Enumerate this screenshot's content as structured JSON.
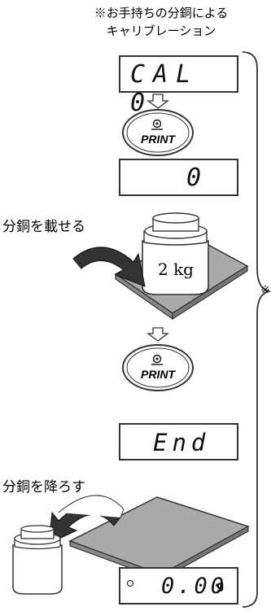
{
  "header": {
    "line1": "※お手持ちの分銅による",
    "line2": "キャリブレーション"
  },
  "steps": {
    "cal_display": "CAL 0",
    "print_key_1": "PRINT",
    "zero_display": "0",
    "load_weight_label": "分銅を載せる",
    "weight_label": "2 kg",
    "print_key_2": "PRINT",
    "end_display": "End",
    "remove_weight_label": "分銅を降ろす",
    "final_display": "0.00",
    "final_unit": "g"
  },
  "side_note": {
    "mark": "※"
  }
}
